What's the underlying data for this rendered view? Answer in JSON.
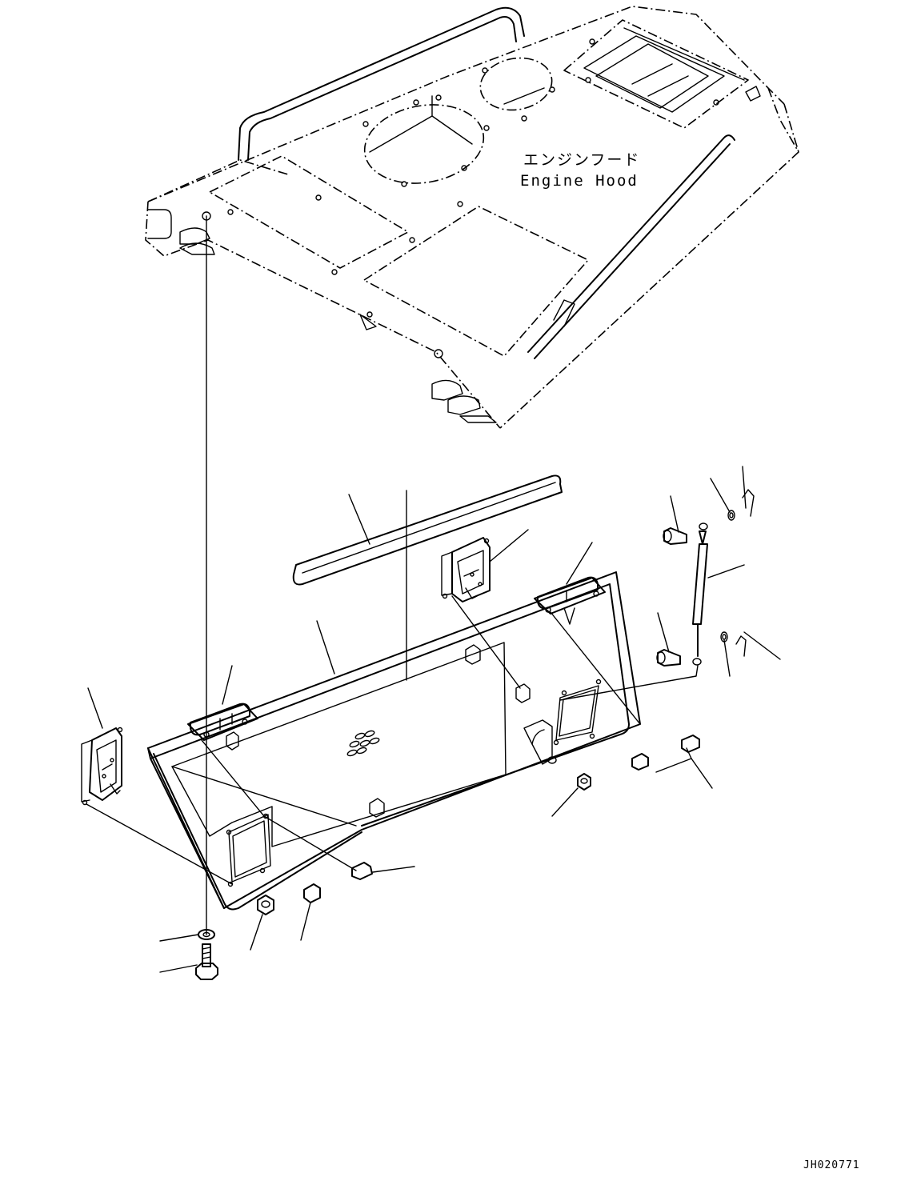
{
  "labels": {
    "engine_hood_jp": "エンジンフード",
    "engine_hood_en": "Engine Hood"
  },
  "drawing_code": "JH020771"
}
